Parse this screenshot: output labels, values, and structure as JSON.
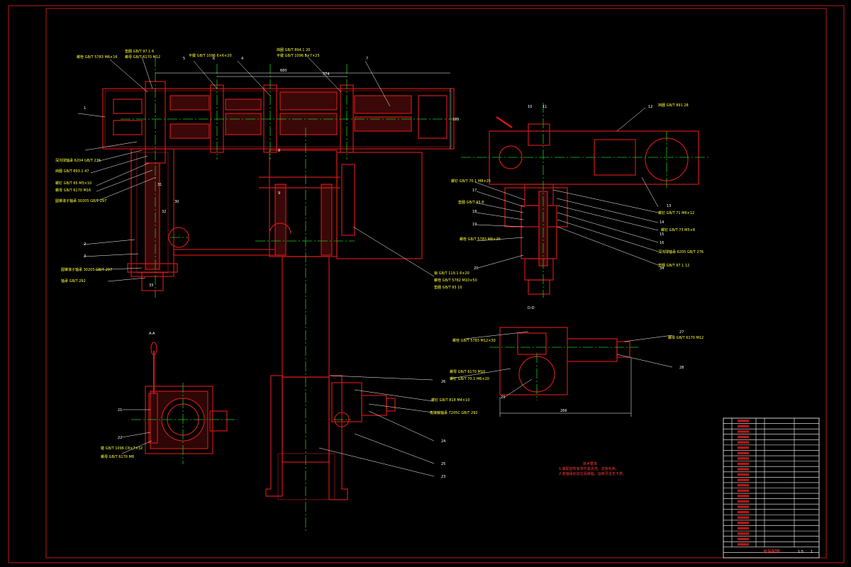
{
  "colors": {
    "background": "#000000",
    "part_outline": "#d01818",
    "centerline": "#18c818",
    "leader": "#ffffff",
    "callout_text": "#ffff33",
    "notes_text": "#ff3b3b"
  },
  "views": {
    "a_label": "A-A",
    "d_label": "D-D"
  },
  "dimensions": {
    "top_left": "680",
    "top_right": "374",
    "height_right": "185",
    "d_view_width": "266"
  },
  "balloons": {
    "b1": "1",
    "b2": "2",
    "b3": "3",
    "b4": "4",
    "b5": "5",
    "b6": "6",
    "b7": "7",
    "b8": "8",
    "b9": "9",
    "b10": "10",
    "b11": "11",
    "b12": "12",
    "b13": "13",
    "b14": "14",
    "b15": "15",
    "b16": "16",
    "b17": "17",
    "b18": "18",
    "b19": "19",
    "b20": "20",
    "b21": "21",
    "b22": "22",
    "b23": "23",
    "b24": "24",
    "b25": "25",
    "b26": "26",
    "b27": "27",
    "b28": "28",
    "b29": "29",
    "b30": "30",
    "b31": "31",
    "b32": "32",
    "b33": "33",
    "b34": "34"
  },
  "callouts": {
    "c1": "螺栓 GB/T 5783 M6×16",
    "c2": "垫圈 GB/T 97.1 6",
    "c3": "螺母 GB/T 6170 M12",
    "c4": "平键 GB/T 1096 6×6×20",
    "c5": "平键 GB/T 1096 8×7×25",
    "c6": "挡圈 GB/T 894.1 20",
    "c7": "深沟球轴承 6204 GB/T 276",
    "c8": "挡圈 GB/T 893.1 47",
    "c9": "螺钉 GB/T 65 M5×10",
    "c10": "螺母 GB/T 6170 M16",
    "c11": "圆锥滚子轴承 30205 GB/T 297",
    "c12": "轴承 GB/T 292",
    "c13": "销 GB/T 119.1 6×20",
    "c14": "螺栓 GB/T 5782 M10×50",
    "c15": "垫圈 GB/T 93 10",
    "c16": "螺母 GB/T 6170 M10",
    "c17": "螺钉 GB/T 70.1 M6×20",
    "c18": "螺钉 GB/T 818 M4×10",
    "c19": "键 GB/T 1096 C8×7×32",
    "c20": "螺母 GB/T 6170 M8",
    "c21": "螺钉 GB/T 70.1 M8×25",
    "c22": "垫圈 GB/T 93 8",
    "c23": "螺栓 GB/T 5783 M8×20",
    "c24": "角接触轴承 7205C GB/T 292",
    "c25": "挡圈 GB/T 891 28",
    "c26": "螺钉 GB/T 71 M6×12",
    "c27": "深沟球轴承 6205 GB/T 276",
    "c28": "螺钉 GB/T 73 M5×8",
    "c29": "螺栓 GB/T 5783 M12×30",
    "c30": "垫圈 GB/T 97.1 12"
  },
  "notes": {
    "title": "技术要求",
    "line1": "1.装配前所有零件需清洗，去除毛刺。",
    "line2": "2.各轴承处加注润滑脂，运转灵活无卡滞。"
  },
  "title_block": {
    "drawing_title": "总装配图",
    "scale": "1:5",
    "sheet": "1"
  }
}
